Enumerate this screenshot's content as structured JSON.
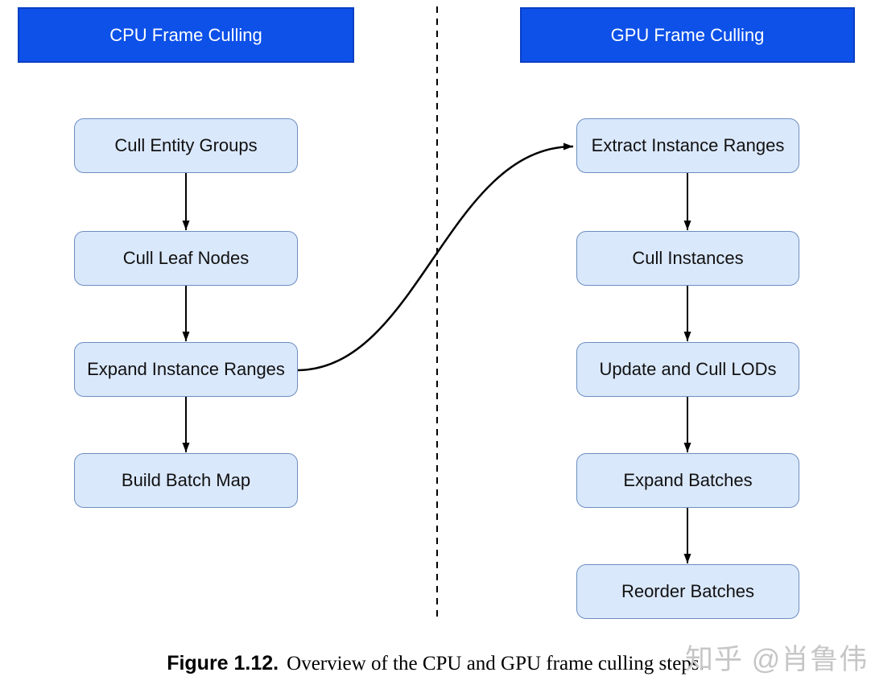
{
  "lanes": {
    "cpu": {
      "title": "CPU Frame Culling",
      "steps": [
        "Cull Entity Groups",
        "Cull Leaf Nodes",
        "Expand Instance Ranges",
        "Build Batch Map"
      ]
    },
    "gpu": {
      "title": "GPU Frame Culling",
      "steps": [
        "Extract Instance Ranges",
        "Cull Instances",
        "Update and Cull LODs",
        "Expand Batches",
        "Reorder Batches"
      ]
    }
  },
  "caption": {
    "label": "Figure 1.12.",
    "text": "Overview of the CPU and GPU frame culling steps."
  },
  "watermark": {
    "text": "知乎 @肖鲁伟"
  },
  "colors": {
    "header_fill": "#0d51e8",
    "header_border": "#0a3fc4",
    "header_text": "#ffffff",
    "node_fill": "#dae8fc",
    "node_border": "#6c8ebf",
    "node_text": "#111111",
    "connector": "#000000",
    "watermark_color": "#c6c6c6"
  }
}
